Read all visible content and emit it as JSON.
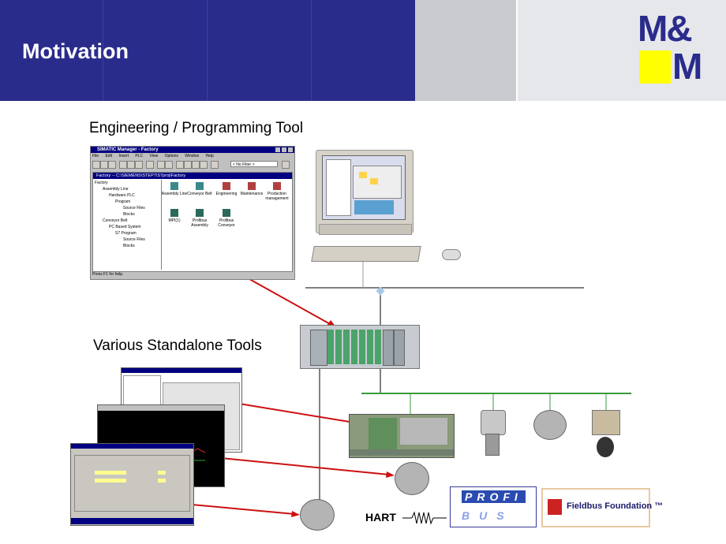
{
  "slide": {
    "title": "Motivation",
    "logo_text_top": "M&",
    "logo_text_bottom": "M",
    "caption_engineering": "Engineering / Programming Tool",
    "caption_standalone": "Various Standalone Tools",
    "label_hart": "HART",
    "label_profibus_top": "PROFI",
    "label_profibus_bottom": "BUS",
    "label_fieldbus": "Fieldbus Foundation ™"
  },
  "simatic": {
    "title": "SIMATIC Manager - Factory",
    "menu": [
      "File",
      "Edit",
      "Insert",
      "PLC",
      "View",
      "Options",
      "Window",
      "Help"
    ],
    "filter": "< No Filter >",
    "project_title": "Factory -- C:\\SIEMENS\\STEP7\\S7proj\\Factory",
    "tree": [
      "Factory",
      "Assembly Line",
      "Hardware PLC",
      "Program",
      "Source Files",
      "Blocks",
      "Conveyor Belt",
      "PC Based System",
      "S7 Program",
      "Source Files",
      "Blocks"
    ],
    "icons": [
      "Assembly Line",
      "Conveyor Belt",
      "Engineering",
      "Maintenance",
      "Production management",
      "MPI(1)",
      "Profibus Assembly",
      "Profibus Conveyor"
    ],
    "status": "Press F1 for help."
  },
  "colors": {
    "header_blue": "#2a2c8c",
    "logo_blue": "#2a2c8c",
    "logo_yellow": "#ffff00",
    "network_green": "#3a9a3a",
    "arrow_red": "#cc1111"
  }
}
